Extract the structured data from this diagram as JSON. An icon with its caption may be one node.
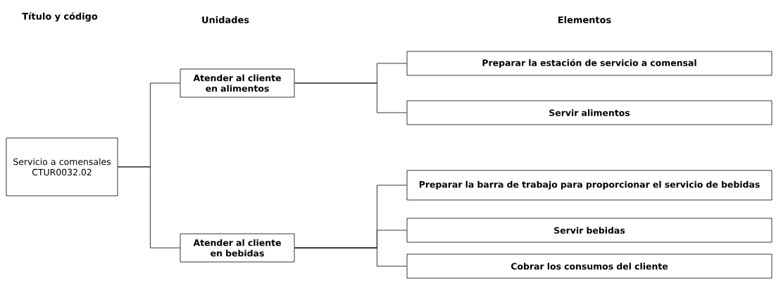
{
  "diagram": {
    "nodes": [
      {
        "text": [
          "Servicio a comensales CTUR0032.02"
        ]
      },
      {
        "text": [
          "Atender al cliente en alimentos"
        ]
      },
      {
        "text": [
          "Atender al cliente en bebidas"
        ]
      },
      {
        "text": [
          "Preparar la estación de servicio a comensal"
        ]
      },
      {
        "text": [
          "Servir alimentos"
        ]
      },
      {
        "text": [
          "Preparar la barra de trabajo para proporcionar el servicio de bebidas"
        ]
      },
      {
        "text": [
          "Servir bebidas"
        ]
      },
      {
        "text": [
          "Cobrar los consumos del cliente"
        ]
      }
    ],
    "edges": [
      {
        "from": 0,
        "to": 1,
        "arrow": "none"
      },
      {
        "from": 0,
        "to": 2,
        "arrow": "none"
      },
      {
        "from": 1,
        "to": 3,
        "arrow": "none"
      },
      {
        "from": 1,
        "to": 4,
        "arrow": "none"
      },
      {
        "from": 2,
        "to": 5,
        "arrow": "none"
      },
      {
        "from": 2,
        "to": 6,
        "arrow": "none"
      },
      {
        "from": 2,
        "to": 7,
        "arrow": "none"
      }
    ],
    "labels": [
      "Título y código",
      "Unidades",
      "Elementos"
    ]
  }
}
